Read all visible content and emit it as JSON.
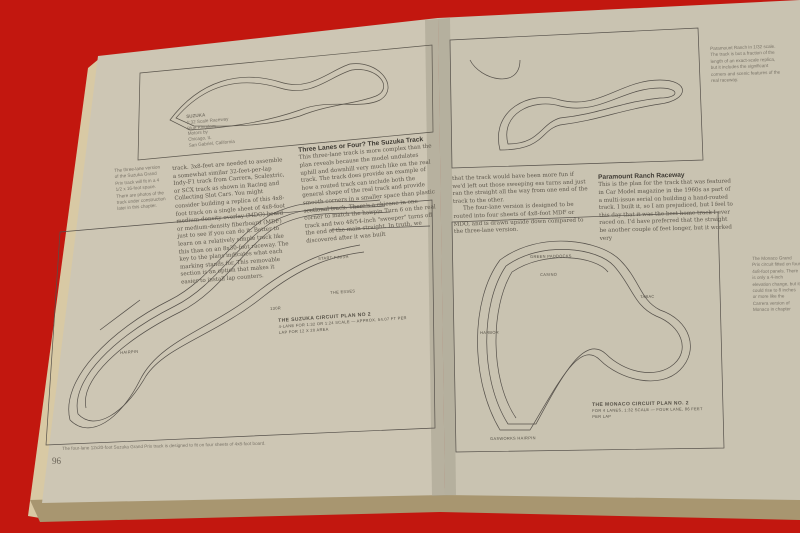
{
  "book": {
    "left_page": {
      "page_number": "96",
      "top_map_legend": [
        "SUZUKA",
        "1:32 Scale Raceway",
        "Blue Kingdom",
        "Motors by",
        "Chicago, IL",
        "San Gabriel, California"
      ],
      "side_caption": "The three-lane version of the Suzuka Grand Prix track will fit in a 4 1/2 x 16-foot space. There are photos of the track under construction later in this chapter.",
      "body_text": "track. 3x8-feet are needed to assemble a somewhat similar 32-feet-per-lap Indy-F1 track from Carrera, Scalextric, or SCX track as shown in Racing and Collecting Slot Cars. You might consider building a replica of this 4x8-foot track on a single sheet of 4x8-foot medium-density overlay (MDO) board or medium-density fiberboard (MDF) just to see if you can do it. Better to learn on a relatively simple track like this than on an 8x30-foot raceway. The key to the plans indicates what each marking stands for. This removable section is an option that makes it easier to install lap counters.",
      "section_heading": "Three Lanes or Four? The Suzuka Track",
      "section_text": "This three-lane track is more complex than the plan reveals because the model undulates uphill and downhill very much like on the real track. The track does provide an example of how a routed track can include both the general shape of the real track and provide smooth corners in a smaller space than plastic sectional track. There's a chicane in one corner to match the hairpin Turn 6 on the real track and two 48/54-inch \"sweeper\" turns off the end of the main straight. In truth, we discovered after it was built",
      "plan_title": "THE SUZUKA CIRCUIT PLAN NO 2",
      "plan_subtitle": "4-LANE FOR 1:32 OR 1:24 SCALE — APPROX. 54.07 FT PER LAP FOR 12 X 20 AREA",
      "plan_labels": [
        "START-FINISH",
        "THE ESSES",
        "HAIRPIN",
        "130R"
      ],
      "bottom_caption": "The four-lane 12x20-foot Suzuka Grand Prix track is designed to fit on four sheets of 4x8-foot board."
    },
    "right_page": {
      "continued_text": "that the track would have been more fun if we'd left out those sweeping ess turns and just ran the straight all the way from one end of the track to the other.",
      "continued_text_2": "The four-lane version is designed to be routed into four sheets of 4x8-foot MDF or MDO, and is drawn upside down compared to the three-lane version.",
      "section_heading": "Paramount Ranch Raceway",
      "section_text": "This is the plan for the track that was featured in Car Model magazine in the 1960s as part of a multi-issue serial on building a hand-routed track. I built it, so I am prejudiced, but I feel to this day that it was the best home track I ever raced on. I'd have preferred that the straight be another couple of feet longer, but it worked very",
      "top_side_caption": "Paramount Ranch in 1/32 scale. The track is but a fraction of the length of an exact-scale replica, but it includes the significant corners and scenic features of the real raceway.",
      "bottom_side_caption": "The Monaco Grand Prix circuit fitted on four 4x8-foot panels. There is only a 4-inch elevation change, but it could rise to 8 inches or more like the Carrera version of Monaco in chapter",
      "plan_title": "THE MONACO CIRCUIT PLAN NO. 2",
      "plan_subtitle": "FOR 4 LANES, 1:32 SCALE — FOUR LANE, 86 FEET PER LAP",
      "plan_labels": [
        "GREEN PADDOCKS",
        "CASINO",
        "HARBOR",
        "TABAC",
        "GASWORKS HAIRPIN"
      ]
    }
  },
  "colors": {
    "table": "#c2170f",
    "paper": "#cfc8b6",
    "ink": "#4a463e"
  }
}
